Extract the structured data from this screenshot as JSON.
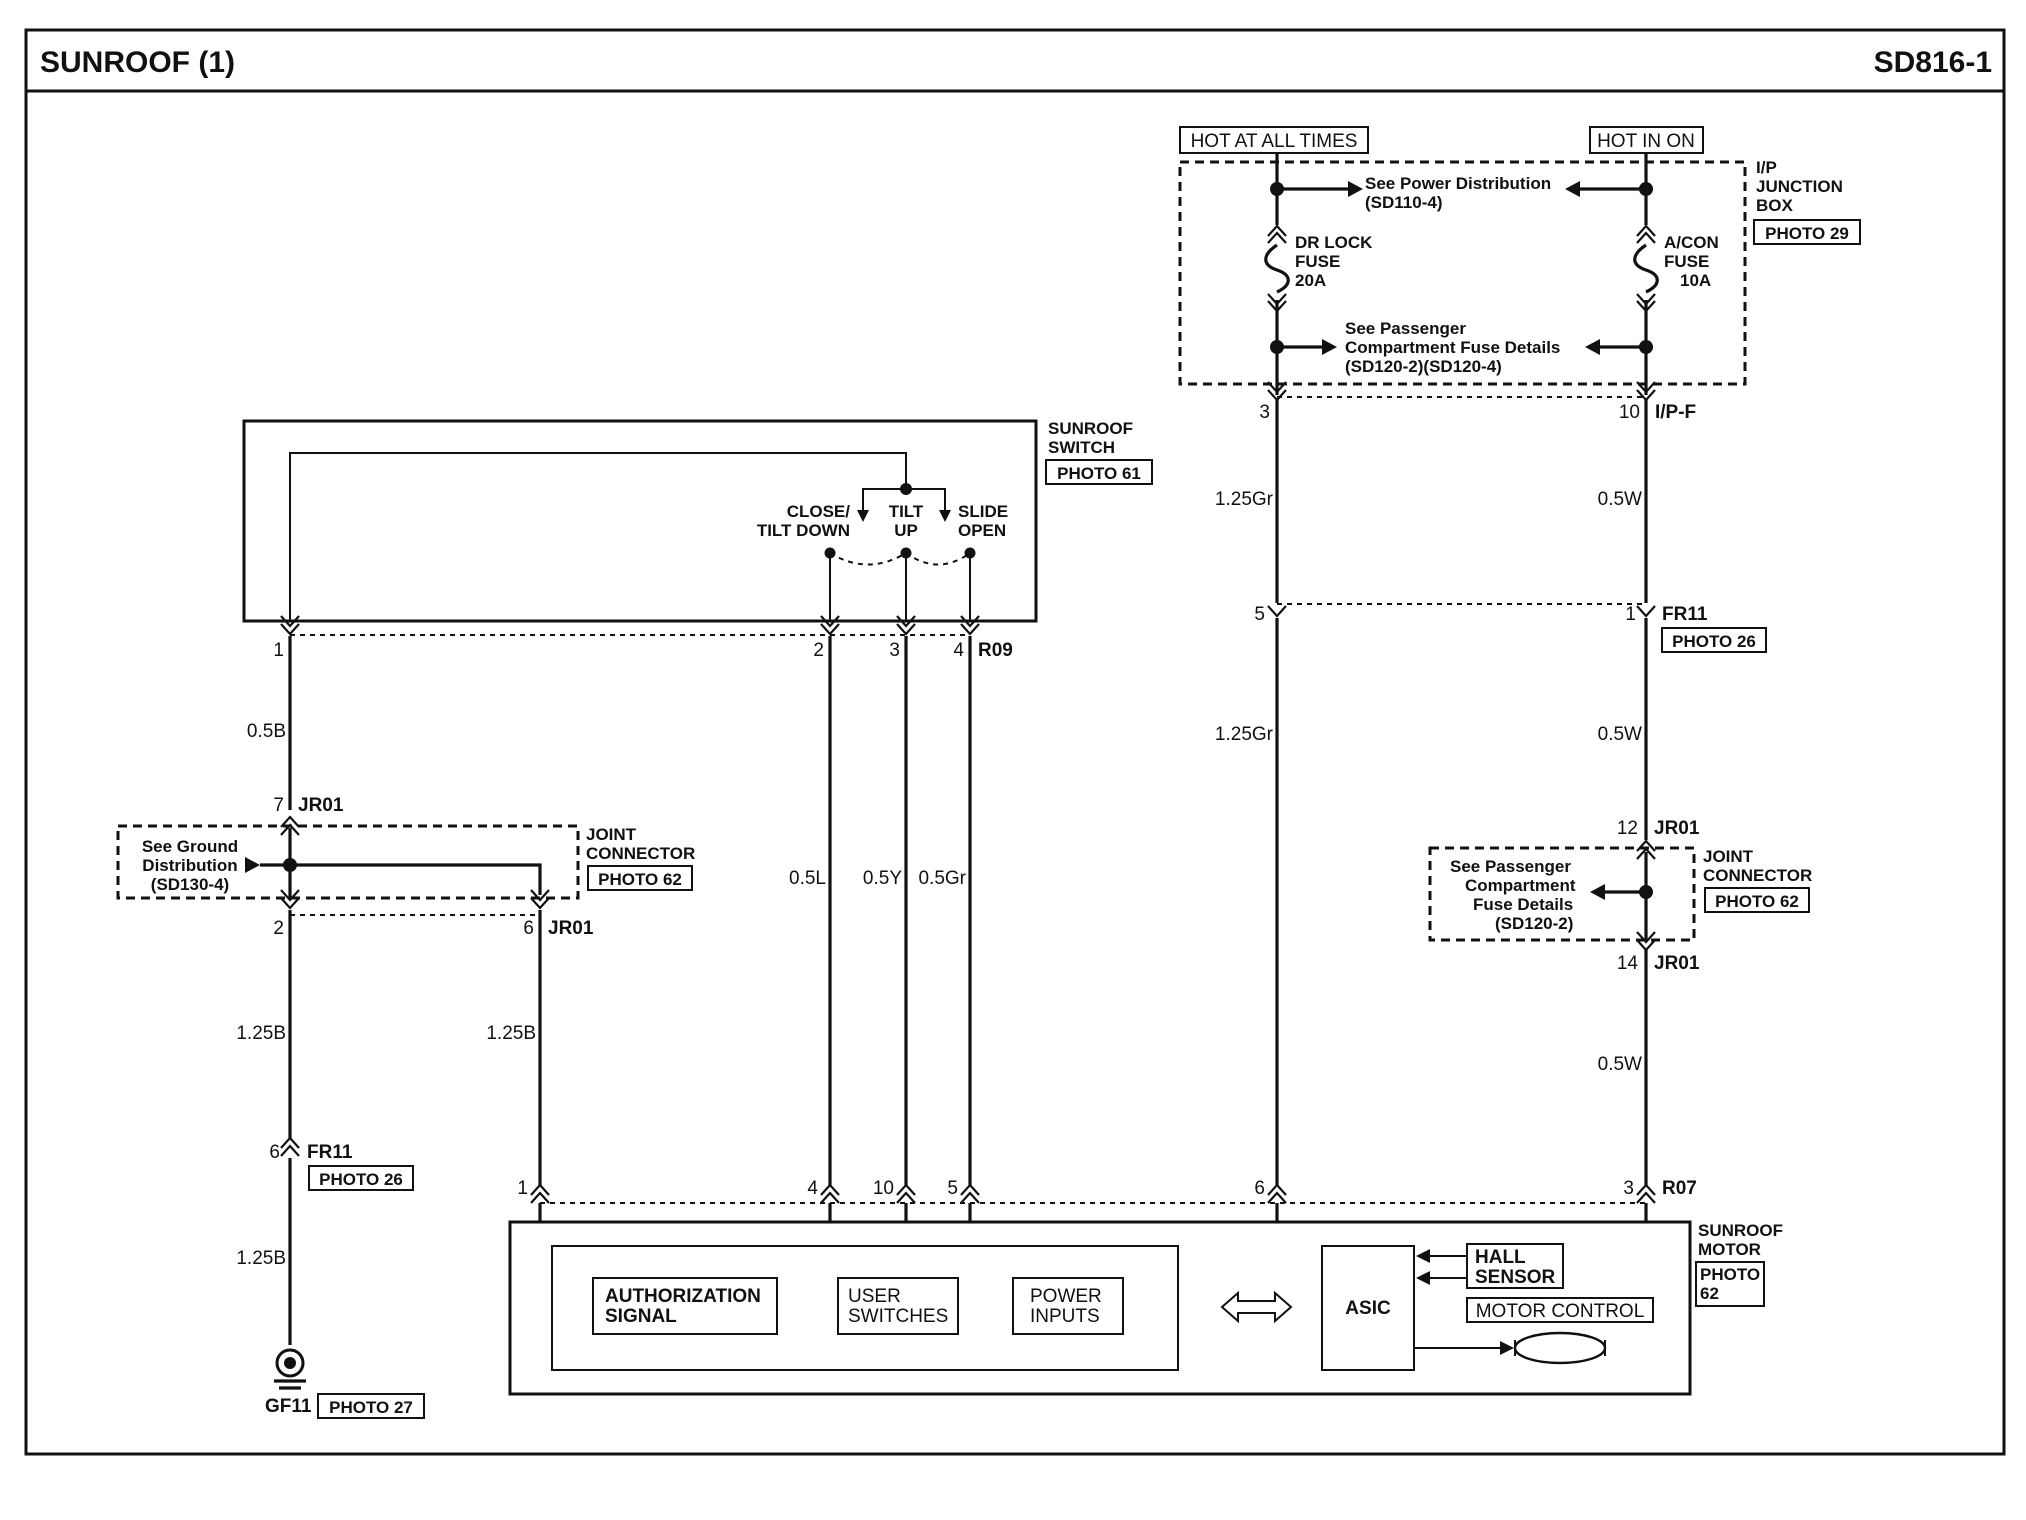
{
  "header": {
    "title": "SUNROOF (1)",
    "code": "SD816-1"
  },
  "power": {
    "hot_at_all_times": "HOT AT ALL TIMES",
    "hot_in_on": "HOT IN ON",
    "see_power_1": "See Power Distribution",
    "see_power_2": "(SD110-4)",
    "fuse_left_1": "DR LOCK",
    "fuse_left_2": "FUSE",
    "fuse_left_3": "20A",
    "fuse_right_1": "A/CON",
    "fuse_right_2": "FUSE",
    "fuse_right_3": "10A",
    "see_pass_1": "See Passenger",
    "see_pass_2": "Compartment Fuse Details",
    "see_pass_3": "(SD120-2)(SD120-4)",
    "junction_1": "I/P",
    "junction_2": "JUNCTION",
    "junction_3": "BOX",
    "junction_photo": "PHOTO 29",
    "pin_left": "3",
    "pin_right": "10",
    "conn": "I/P-F"
  },
  "switch": {
    "name_1": "SUNROOF",
    "name_2": "SWITCH",
    "photo": "PHOTO 61",
    "close_1": "CLOSE/",
    "close_2": "TILT DOWN",
    "tilt_1": "TILT",
    "tilt_2": "UP",
    "slide_1": "SLIDE",
    "slide_2": "OPEN",
    "pin1": "1",
    "pin2": "2",
    "pin3": "3",
    "pin4": "4",
    "conn": "R09"
  },
  "wires": {
    "w_b05": "0.5B",
    "w_l": "0.5L",
    "w_y": "0.5Y",
    "w_gr": "0.5Gr",
    "w_125gr_a": "1.25Gr",
    "w_125gr_b": "1.25Gr",
    "w_05w_a": "0.5W",
    "w_05w_b": "0.5W",
    "w_05w_c": "0.5W",
    "w_125b_a": "1.25B",
    "w_125b_b": "1.25B",
    "w_125b_c": "1.25B"
  },
  "fr11_right": {
    "pin_left": "5",
    "pin_right": "1",
    "conn": "FR11",
    "photo": "PHOTO 26"
  },
  "joint_left": {
    "pin_top": "7",
    "conn_top": "JR01",
    "see_1": "See Ground",
    "see_2": "Distribution",
    "see_3": "(SD130-4)",
    "name_1": "JOINT",
    "name_2": "CONNECTOR",
    "photo": "PHOTO 62",
    "pin_b1": "2",
    "pin_b2": "6",
    "conn_b": "JR01"
  },
  "joint_right": {
    "pin_top": "12",
    "conn_top": "JR01",
    "see_1": "See Passenger",
    "see_2": "Compartment",
    "see_3": "Fuse Details",
    "see_4": "(SD120-2)",
    "name_1": "JOINT",
    "name_2": "CONNECTOR",
    "photo": "PHOTO 62",
    "pin_bot": "14",
    "conn_bot": "JR01"
  },
  "fr11_left": {
    "pin": "6",
    "conn": "FR11",
    "photo": "PHOTO 26"
  },
  "ground": {
    "name": "GF11",
    "photo": "PHOTO 27"
  },
  "motor": {
    "pins": [
      "1",
      "4",
      "10",
      "5",
      "6",
      "3"
    ],
    "conn": "R07",
    "name_1": "SUNROOF",
    "name_2": "MOTOR",
    "name_3": "PHOTO",
    "name_4": "62",
    "auth_1": "AUTHORIZATION",
    "auth_2": "SIGNAL",
    "user_1": "USER",
    "user_2": "SWITCHES",
    "power_1": "POWER",
    "power_2": "INPUTS",
    "asic": "ASIC",
    "hall_1": "HALL",
    "hall_2": "SENSOR",
    "motor_control": "MOTOR CONTROL"
  }
}
